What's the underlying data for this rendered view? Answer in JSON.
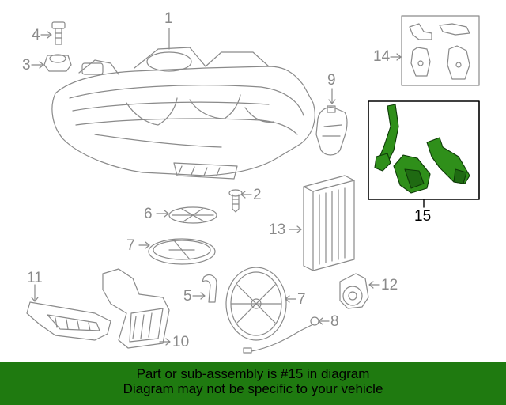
{
  "callouts": {
    "c1": "1",
    "c2": "2",
    "c3": "3",
    "c4": "4",
    "c5": "5",
    "c6": "6",
    "c7a": "7",
    "c7b": "7",
    "c8": "8",
    "c9": "9",
    "c10": "10",
    "c11": "11",
    "c12": "12",
    "c13": "13",
    "c14": "14",
    "c15": "15"
  },
  "highlight_part": "15",
  "banner": {
    "line1": "Part or sub-assembly is #15 in diagram",
    "line2": "Diagram may not be specific to your vehicle"
  },
  "colors": {
    "banner": "#1f7a10",
    "highlight": "#2f8f1a",
    "line": "#8a8a8a",
    "callout": "#8a8a8a"
  }
}
